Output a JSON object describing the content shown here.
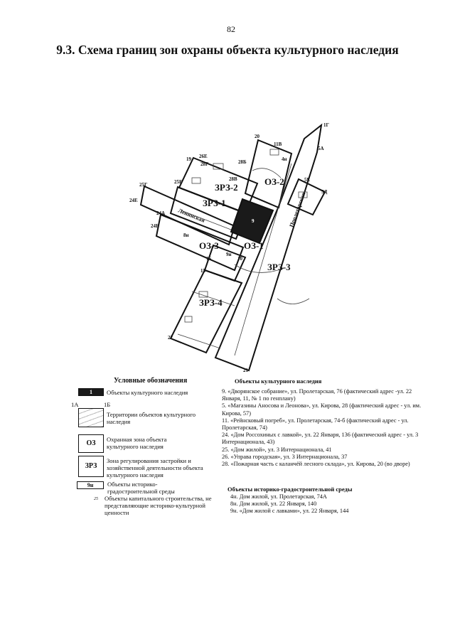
{
  "page_number": "82",
  "title": "9.3. Схема границ зон охраны объекта культурного наследия",
  "map": {
    "zones": [
      "ЗРЗ-1",
      "ЗРЗ-2",
      "ЗРЗ-3",
      "ЗРЗ-4",
      "ОЗ-1",
      "ОЗ-2",
      "ОЗ-3"
    ],
    "point_labels": [
      "1Г",
      "5А",
      "20",
      "11В",
      "26Е",
      "19",
      "28Г",
      "28Б",
      "28В",
      "25Г",
      "25Б",
      "24Е",
      "24А",
      "24Б",
      "5Е",
      "5Д",
      "16",
      "15",
      "10",
      "22",
      "21",
      "9н",
      "8н",
      "4н",
      "9"
    ],
    "street_labels": [
      "Пролетарская",
      "Ленинская"
    ]
  },
  "legend": {
    "title": "Условные обозначения",
    "items": [
      {
        "symbol": "1",
        "text": "Объекты культурного наследия"
      },
      {
        "corner_left": "1А",
        "corner_right": "1Б",
        "text": "Территории объектов культурного наследия"
      },
      {
        "symbol": "ОЗ",
        "text": "Охранная зона объекта культурного наследия"
      },
      {
        "symbol": "ЗРЗ",
        "text": "Зона регулирования застройки и хозяйственной деятельности объекта культурного наследия"
      },
      {
        "symbol": "9н",
        "text": "Объекты историко-градостроительной среды"
      },
      {
        "symbol": "25",
        "text": "Объекты капитального строительства, не представляющие историко-культурной ценности"
      }
    ]
  },
  "heritage": {
    "title": "Объекты культурного наследия",
    "items": [
      "9. «Дворянское собрание», ул. Пролетарская, 76  (фактический адрес -ул. 22 Января, 11, № 1 по генплану)",
      "5. «Магазины Аносова и Леонова», ул. Кирова, 28 (фактический адрес - ул. им. Кирова, 57)",
      "11. «Рейнсковый погреб», ул. Пролетарская, 74-б (фактический адрес - ул. Пролетарская, 74)",
      "24. «Дом Россохиных с лавкой», ул. 22 Января, 136 (фактический адрес - ул. 3 Интернационала, 43)",
      "25. «Дом жилой», ул. 3 Интернационала, 41",
      "26. «Управа городская», ул. 3 Интернационала, 37",
      "28. «Пожарная часть с каланчёй лесного склада», ул. Кирова, 20 (во дворе)"
    ]
  },
  "environment": {
    "title": "Объекты историко-градостроительной среды",
    "items": [
      "4н. Дом жилой, ул. Пролетарская, 74А",
      "8н. Дом жилой, ул. 22 Января, 140",
      "9н. «Дом жилой с лавками», ул. 22 Января, 144"
    ]
  },
  "colors": {
    "ink": "#111111",
    "object_fill": "#1a1a1a",
    "paper": "#ffffff"
  }
}
